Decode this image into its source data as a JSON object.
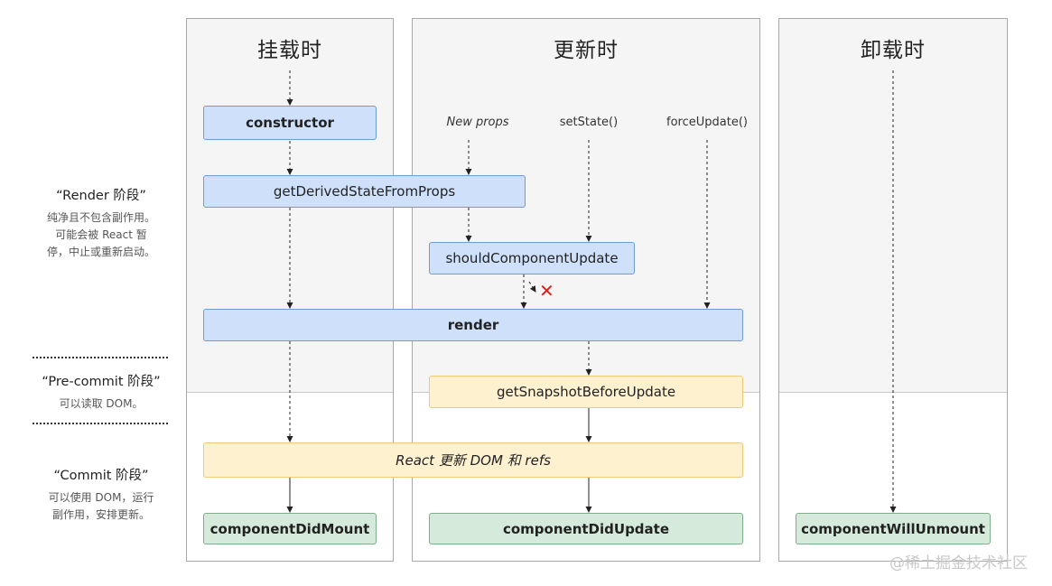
{
  "columns": {
    "mount": "挂载时",
    "update": "更新时",
    "unmount": "卸载时"
  },
  "phases": {
    "render": {
      "title": "“Render 阶段”",
      "desc": [
        "纯净且不包含副作用。",
        "可能会被 React 暂",
        "停，中止或重新启动。"
      ]
    },
    "precommit": {
      "title": "“Pre-commit 阶段”",
      "desc": [
        "可以读取 DOM。"
      ]
    },
    "commit": {
      "title": "“Commit 阶段”",
      "desc": [
        "可以使用 DOM，运行",
        "副作用，安排更新。"
      ]
    }
  },
  "triggers": {
    "new_props": "New props",
    "set_state": "setState()",
    "force_update": "forceUpdate()"
  },
  "methods": {
    "constructor": "constructor",
    "get_derived_state": "getDerivedStateFromProps",
    "should_update": "shouldComponentUpdate",
    "render": "render",
    "get_snapshot": "getSnapshotBeforeUpdate",
    "react_update_dom": "React 更新 DOM 和 refs",
    "did_mount": "componentDidMount",
    "did_update": "componentDidUpdate",
    "will_unmount": "componentWillUnmount"
  },
  "cancel_mark": "✕",
  "watermark": "@稀土掘金技术社区",
  "colors": {
    "blue_fill": "#cfe0fb",
    "blue_border": "#6f9bd9",
    "yellow_fill": "#fdf1cf",
    "yellow_border": "#efc87a",
    "green_fill": "#d5eadb",
    "green_border": "#7fae8b",
    "cancel_red": "#e0201b"
  }
}
